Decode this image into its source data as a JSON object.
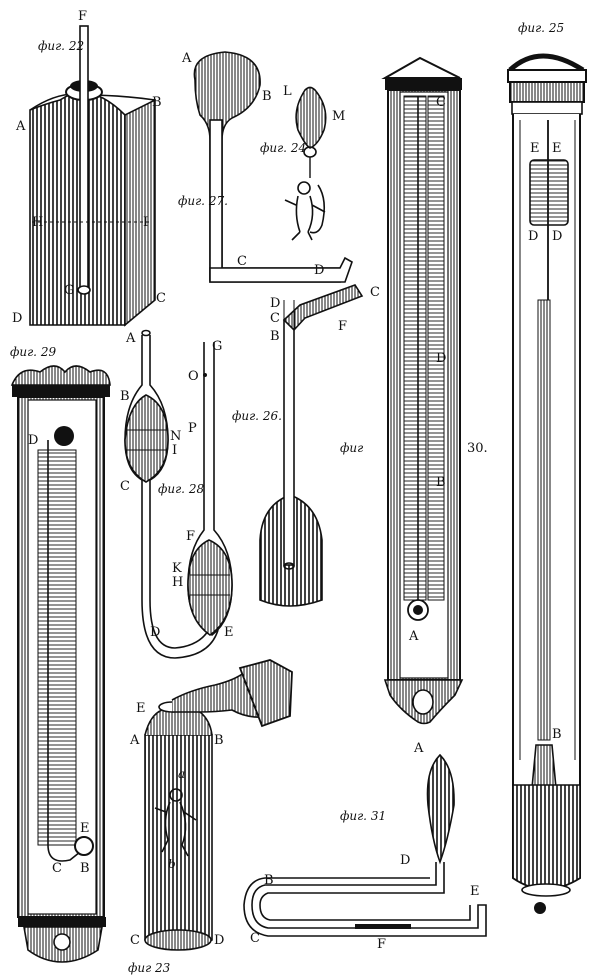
{
  "figures": [
    {
      "id": "f22",
      "caption": "фиг. 22",
      "labels": [
        "F",
        "A",
        "B",
        "H",
        "I",
        "G",
        "D",
        "C"
      ]
    },
    {
      "id": "f27",
      "caption": "фиг. 27.",
      "labels": [
        "A",
        "B",
        "C",
        "D"
      ]
    },
    {
      "id": "f24",
      "caption": "фиг. 24",
      "labels": [
        "L",
        "M"
      ]
    },
    {
      "id": "f26",
      "caption": "фиг. 26.",
      "labels": [
        "D",
        "C",
        "C",
        "B",
        "F"
      ]
    },
    {
      "id": "f28",
      "caption": "фиг. 28",
      "labels": [
        "A",
        "G",
        "O",
        "B",
        "P",
        "N",
        "I",
        "C",
        "F",
        "K",
        "H",
        "D",
        "E"
      ]
    },
    {
      "id": "f30",
      "caption": "фиг",
      "number": "30.",
      "labels": [
        "C",
        "D",
        "B",
        "A"
      ]
    },
    {
      "id": "f25",
      "caption": "фиг. 25",
      "labels": [
        "E",
        "E",
        "D",
        "D",
        "B"
      ]
    },
    {
      "id": "f29",
      "caption": "фиг. 29",
      "labels": [
        "D",
        "E",
        "C",
        "B"
      ]
    },
    {
      "id": "f23",
      "caption": "фиг 23",
      "labels": [
        "E",
        "A",
        "B",
        "a",
        "b",
        "C",
        "D"
      ]
    },
    {
      "id": "f31",
      "caption": "фиг. 31",
      "labels": [
        "A",
        "D",
        "B",
        "E",
        "C",
        "F"
      ]
    }
  ]
}
